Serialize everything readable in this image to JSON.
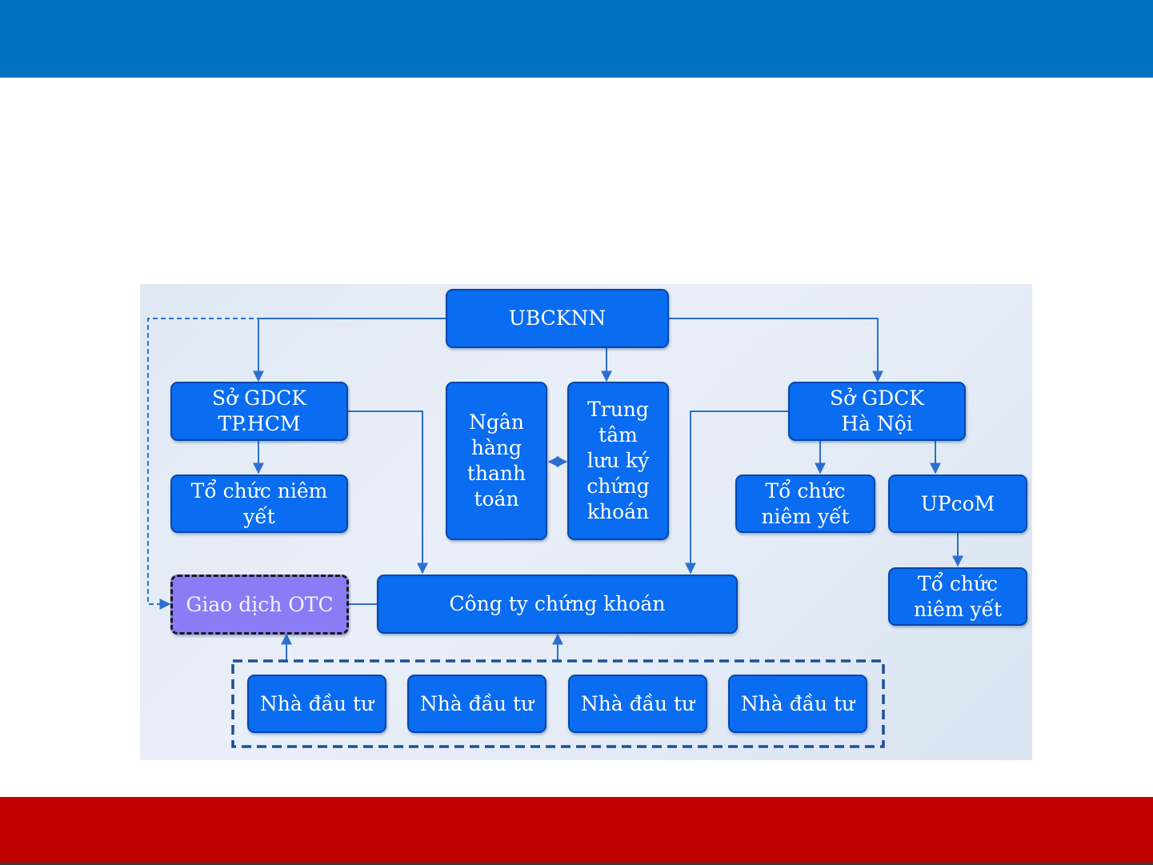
{
  "nodes": {
    "ubcknn": "UBCKNN",
    "hose": "Sở GDCK\nTP.HCM",
    "hnx": "Sở GDCK\nHà Nội",
    "bank": "Ngân\nhàng\nthanh\ntoán",
    "depository": "Trung\ntâm\nlưu ký\nchứng\nkhoán",
    "listed_hcm": "Tổ chức niêm\nyết",
    "listed_hn": "Tổ chức\nniêm yết",
    "upcom": "UPcoM",
    "listed_upcom": "Tổ chức\nniêm yết",
    "otc": "Giao dịch OTC",
    "securities_company": "Công ty chứng khoán",
    "investors": [
      "Nhà đầu tư",
      "Nhà đầu tư",
      "Nhà đầu tư",
      "Nhà đầu tư"
    ]
  },
  "colors": {
    "header": "#0070C0",
    "footer": "#C00000",
    "node_fill": "#0A6CF0",
    "otc_fill": "#8A7CF5",
    "connector": "#2C6FD0"
  }
}
